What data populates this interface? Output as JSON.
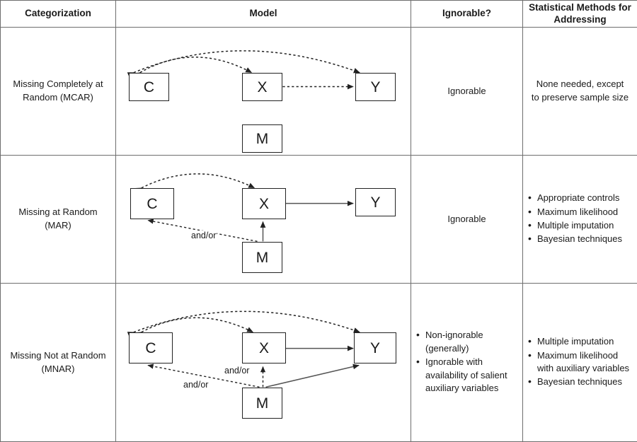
{
  "table": {
    "headers": [
      {
        "label": "Categorization"
      },
      {
        "label": "Model"
      },
      {
        "label": "Ignorable?"
      },
      {
        "label": "Statistical Methods for Addressing",
        "line1": "Statistical Methods for",
        "line2": "Addressing"
      }
    ],
    "rows": [
      {
        "id": "mcar",
        "categorization": "Missing Completely at Random (MCAR)",
        "categorization_line1": "Missing Completely at",
        "categorization_line2": "Random (MCAR)",
        "ignorable_text": "Ignorable",
        "ignorable_bullets": [],
        "methods_text": "None needed, except to preserve sample size",
        "methods_line1": "None needed, except",
        "methods_line2": "to preserve sample size",
        "methods_bullets": [],
        "model": {
          "nodes": [
            {
              "id": "C",
              "label": "C"
            },
            {
              "id": "X",
              "label": "X"
            },
            {
              "id": "Y",
              "label": "Y"
            },
            {
              "id": "M",
              "label": "M"
            }
          ],
          "edges": [
            {
              "from": "C",
              "to": "X",
              "style": "dashed",
              "shape": "curve",
              "bidirectional": true,
              "label": ""
            },
            {
              "from": "C",
              "to": "Y",
              "style": "dashed",
              "shape": "curve",
              "bidirectional": true,
              "label": ""
            },
            {
              "from": "X",
              "to": "Y",
              "style": "dashed",
              "shape": "straight",
              "bidirectional": false,
              "label": ""
            }
          ],
          "labels": []
        }
      },
      {
        "id": "mar",
        "categorization": "Missing at Random (MAR)",
        "categorization_line1": "Missing at Random",
        "categorization_line2": "(MAR)",
        "ignorable_text": "Ignorable",
        "ignorable_bullets": [],
        "methods_text": "",
        "methods_bullets": [
          "Appropriate controls",
          "Maximum likelihood",
          "Multiple imputation",
          "Bayesian techniques"
        ],
        "model": {
          "nodes": [
            {
              "id": "C",
              "label": "C"
            },
            {
              "id": "X",
              "label": "X"
            },
            {
              "id": "Y",
              "label": "Y"
            },
            {
              "id": "M",
              "label": "M"
            }
          ],
          "edges": [
            {
              "from": "C",
              "to": "X",
              "style": "dashed",
              "shape": "curve",
              "bidirectional": true,
              "label": ""
            },
            {
              "from": "X",
              "to": "Y",
              "style": "solid",
              "shape": "straight",
              "bidirectional": false,
              "label": ""
            },
            {
              "from": "M",
              "to": "X",
              "style": "solid",
              "shape": "straight",
              "bidirectional": false,
              "label": ""
            },
            {
              "from": "M",
              "to": "C",
              "style": "dashed",
              "shape": "straight",
              "bidirectional": false,
              "label": "and/or"
            }
          ],
          "labels": [
            "and/or"
          ]
        }
      },
      {
        "id": "mnar",
        "categorization": "Missing Not at Random (MNAR)",
        "categorization_line1": "Missing Not at Random",
        "categorization_line2": "(MNAR)",
        "ignorable_text": "",
        "ignorable_bullets": [
          "Non-ignorable (generally)",
          "Ignorable with availability of salient auxiliary variables"
        ],
        "methods_text": "",
        "methods_bullets": [
          "Multiple imputation",
          "Maximum likelihood with auxiliary variables",
          "Bayesian techniques"
        ],
        "model": {
          "nodes": [
            {
              "id": "C",
              "label": "C"
            },
            {
              "id": "X",
              "label": "X"
            },
            {
              "id": "Y",
              "label": "Y"
            },
            {
              "id": "M",
              "label": "M"
            }
          ],
          "edges": [
            {
              "from": "C",
              "to": "X",
              "style": "dashed",
              "shape": "curve",
              "bidirectional": true,
              "label": ""
            },
            {
              "from": "C",
              "to": "Y",
              "style": "dashed",
              "shape": "curve",
              "bidirectional": true,
              "label": ""
            },
            {
              "from": "X",
              "to": "Y",
              "style": "solid",
              "shape": "straight",
              "bidirectional": false,
              "label": ""
            },
            {
              "from": "M",
              "to": "X",
              "style": "dashed",
              "shape": "straight",
              "bidirectional": false,
              "label": "and/or"
            },
            {
              "from": "M",
              "to": "C",
              "style": "dashed",
              "shape": "straight",
              "bidirectional": false,
              "label": "and/or"
            },
            {
              "from": "M",
              "to": "Y",
              "style": "solid",
              "shape": "straight",
              "bidirectional": false,
              "label": ""
            }
          ],
          "labels": [
            "and/or",
            "and/or"
          ]
        }
      }
    ]
  },
  "colors": {
    "border": "#6e6e6e",
    "node_border": "#222222",
    "edge": "#222222",
    "text": "#1a1a1a",
    "background": "#ffffff"
  }
}
